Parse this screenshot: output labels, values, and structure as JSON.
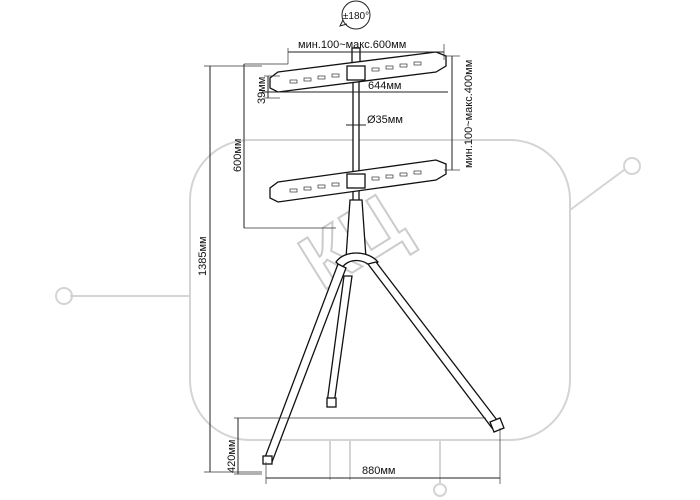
{
  "diagram": {
    "rotation": "±180°",
    "width_range": "мин.100~макс.600мм",
    "height_range": "мин.100~макс.400мм",
    "bracket_length": "644мм",
    "bracket_height": "39мм",
    "pole_diameter": "Ø35мм",
    "bracket_span": "600мм",
    "total_height": "1385мм",
    "leg_height": "420мм",
    "base_width": "880мм"
  },
  "watermark": {
    "text": "КЦ",
    "color": "#d4d4d4"
  },
  "colors": {
    "line": "#222222",
    "bar_fill": "#ffffff"
  }
}
